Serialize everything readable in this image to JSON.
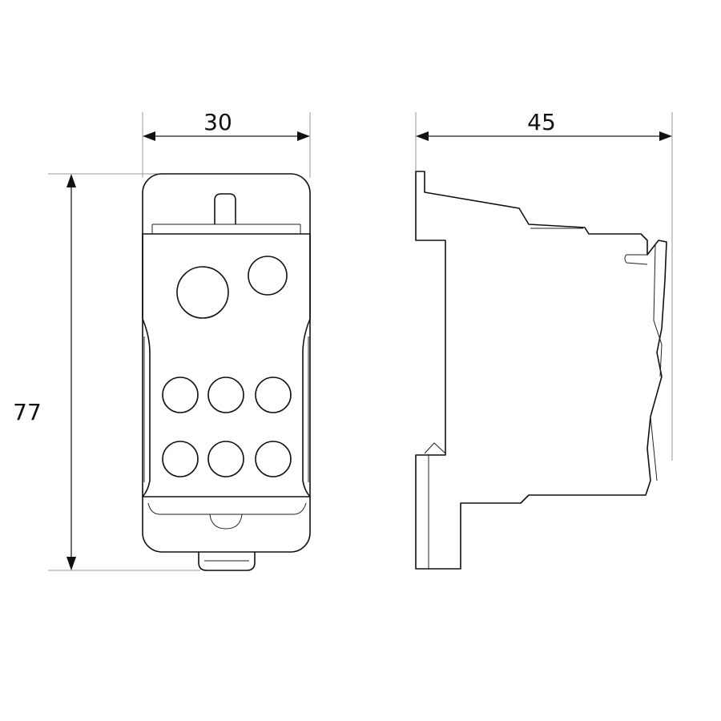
{
  "dimensions": {
    "width": "30",
    "depth": "45",
    "height": "77"
  }
}
